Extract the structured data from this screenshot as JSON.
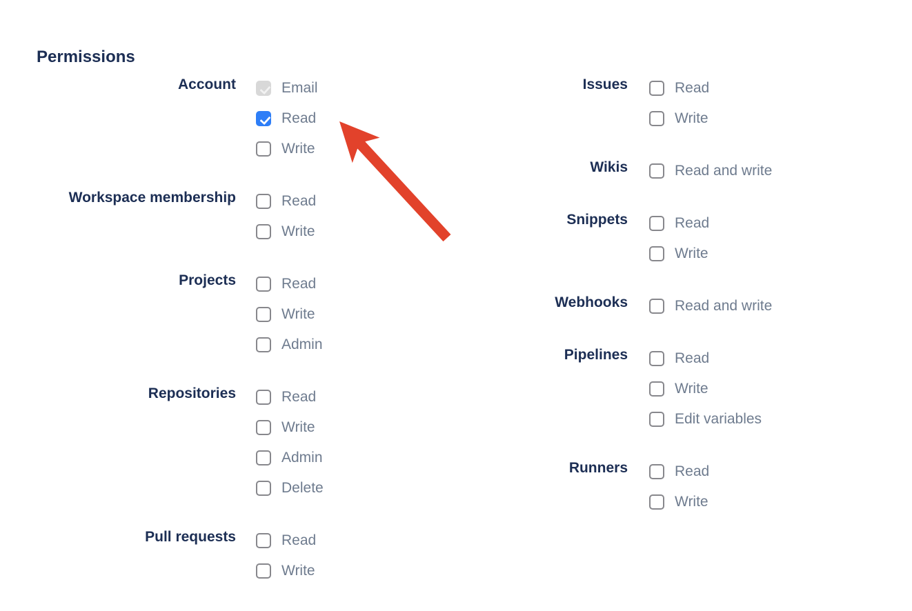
{
  "title": "Permissions",
  "colors": {
    "heading_navy": "#1c2e54",
    "option_text_gray": "#6e7b8e",
    "checkbox_border_gray": "#87878c",
    "checkbox_checked_blue": "#2e7ef7",
    "checkbox_disabled_gray": "#d8d8d8",
    "arrow_red": "#e2422b"
  },
  "icons": {
    "checkmark": "check-icon",
    "annotation": "red-arrow-icon"
  },
  "columns": [
    {
      "groups": [
        {
          "label": "Account",
          "options": [
            {
              "label": "Email",
              "state": "disabled-checked"
            },
            {
              "label": "Read",
              "state": "checked"
            },
            {
              "label": "Write",
              "state": "unchecked"
            }
          ]
        },
        {
          "label": "Workspace membership",
          "options": [
            {
              "label": "Read",
              "state": "unchecked"
            },
            {
              "label": "Write",
              "state": "unchecked"
            }
          ]
        },
        {
          "label": "Projects",
          "options": [
            {
              "label": "Read",
              "state": "unchecked"
            },
            {
              "label": "Write",
              "state": "unchecked"
            },
            {
              "label": "Admin",
              "state": "unchecked"
            }
          ]
        },
        {
          "label": "Repositories",
          "options": [
            {
              "label": "Read",
              "state": "unchecked"
            },
            {
              "label": "Write",
              "state": "unchecked"
            },
            {
              "label": "Admin",
              "state": "unchecked"
            },
            {
              "label": "Delete",
              "state": "unchecked"
            }
          ]
        },
        {
          "label": "Pull requests",
          "options": [
            {
              "label": "Read",
              "state": "unchecked"
            },
            {
              "label": "Write",
              "state": "unchecked"
            }
          ]
        }
      ]
    },
    {
      "groups": [
        {
          "label": "Issues",
          "options": [
            {
              "label": "Read",
              "state": "unchecked"
            },
            {
              "label": "Write",
              "state": "unchecked"
            }
          ]
        },
        {
          "label": "Wikis",
          "options": [
            {
              "label": "Read and write",
              "state": "unchecked"
            }
          ]
        },
        {
          "label": "Snippets",
          "options": [
            {
              "label": "Read",
              "state": "unchecked"
            },
            {
              "label": "Write",
              "state": "unchecked"
            }
          ]
        },
        {
          "label": "Webhooks",
          "options": [
            {
              "label": "Read and write",
              "state": "unchecked"
            }
          ]
        },
        {
          "label": "Pipelines",
          "options": [
            {
              "label": "Read",
              "state": "unchecked"
            },
            {
              "label": "Write",
              "state": "unchecked"
            },
            {
              "label": "Edit variables",
              "state": "unchecked"
            }
          ]
        },
        {
          "label": "Runners",
          "options": [
            {
              "label": "Read",
              "state": "unchecked"
            },
            {
              "label": "Write",
              "state": "unchecked"
            }
          ]
        }
      ]
    }
  ]
}
